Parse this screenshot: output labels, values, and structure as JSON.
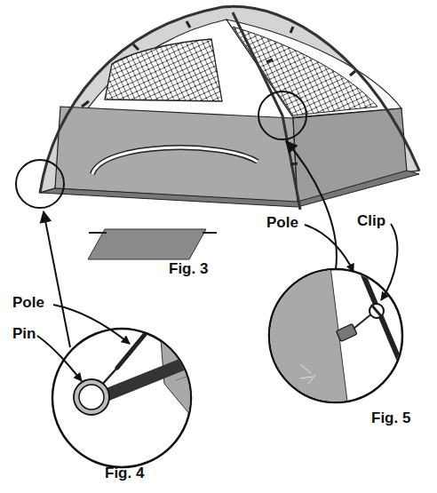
{
  "diagram": {
    "labels": [
      "Pole",
      "Clip",
      "Fig. 3",
      "Pole",
      "Pin",
      "Fig. 5",
      "Fig. 4"
    ]
  }
}
